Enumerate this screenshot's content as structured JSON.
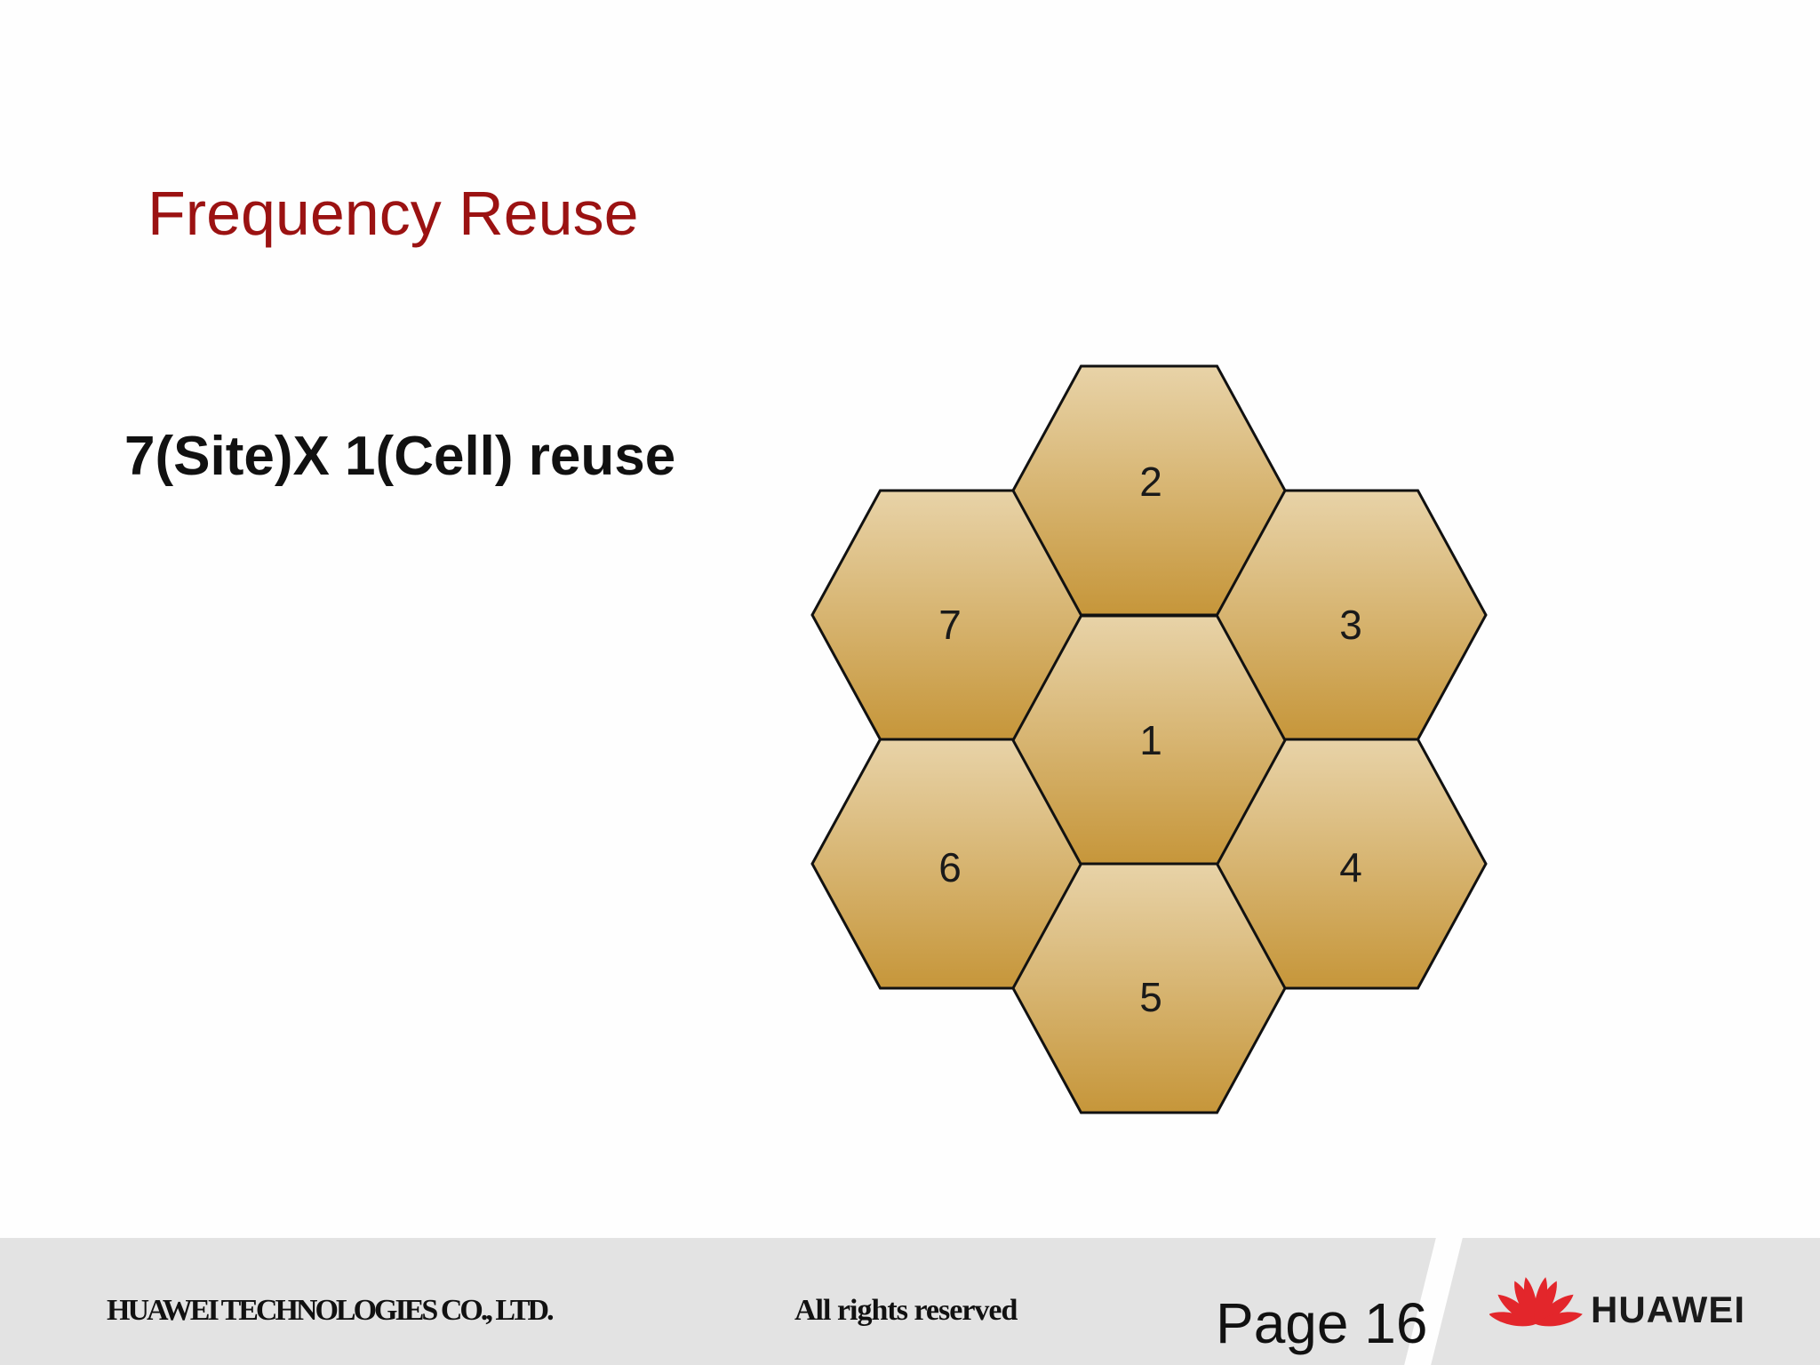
{
  "slide": {
    "title": "Frequency Reuse",
    "subtitle": "7(Site)X 1(Cell) reuse"
  },
  "diagram": {
    "cells": [
      {
        "id": "1",
        "label": "1"
      },
      {
        "id": "2",
        "label": "2"
      },
      {
        "id": "3",
        "label": "3"
      },
      {
        "id": "4",
        "label": "4"
      },
      {
        "id": "5",
        "label": "5"
      },
      {
        "id": "6",
        "label": "6"
      },
      {
        "id": "7",
        "label": "7"
      }
    ],
    "fill_top_color": "#e8d3a8",
    "fill_bottom_color": "#c6963a",
    "stroke_color": "#111111"
  },
  "footer": {
    "company": "HUAWEI TECHNOLOGIES CO., LTD.",
    "rights": "All rights reserved",
    "page": "Page 16",
    "logo_text": "HUAWEI",
    "logo_color": "#e3262b",
    "logo_icon": "huawei-petal-logo"
  }
}
